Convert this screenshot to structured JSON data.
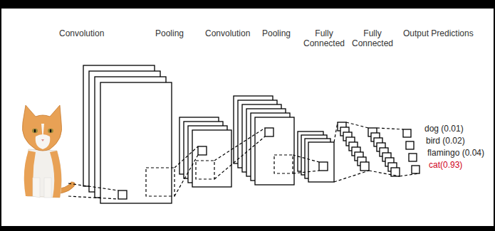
{
  "diagram": {
    "labels": [
      "Convolution",
      "Pooling",
      "Convolution",
      "Pooling",
      "Fully Connected",
      "Fully Connected",
      "Output Predictions",
      "dog (0.01)",
      "bird (0.02)",
      "flamingo (0.04)",
      "cat(0.93)"
    ]
  }
}
